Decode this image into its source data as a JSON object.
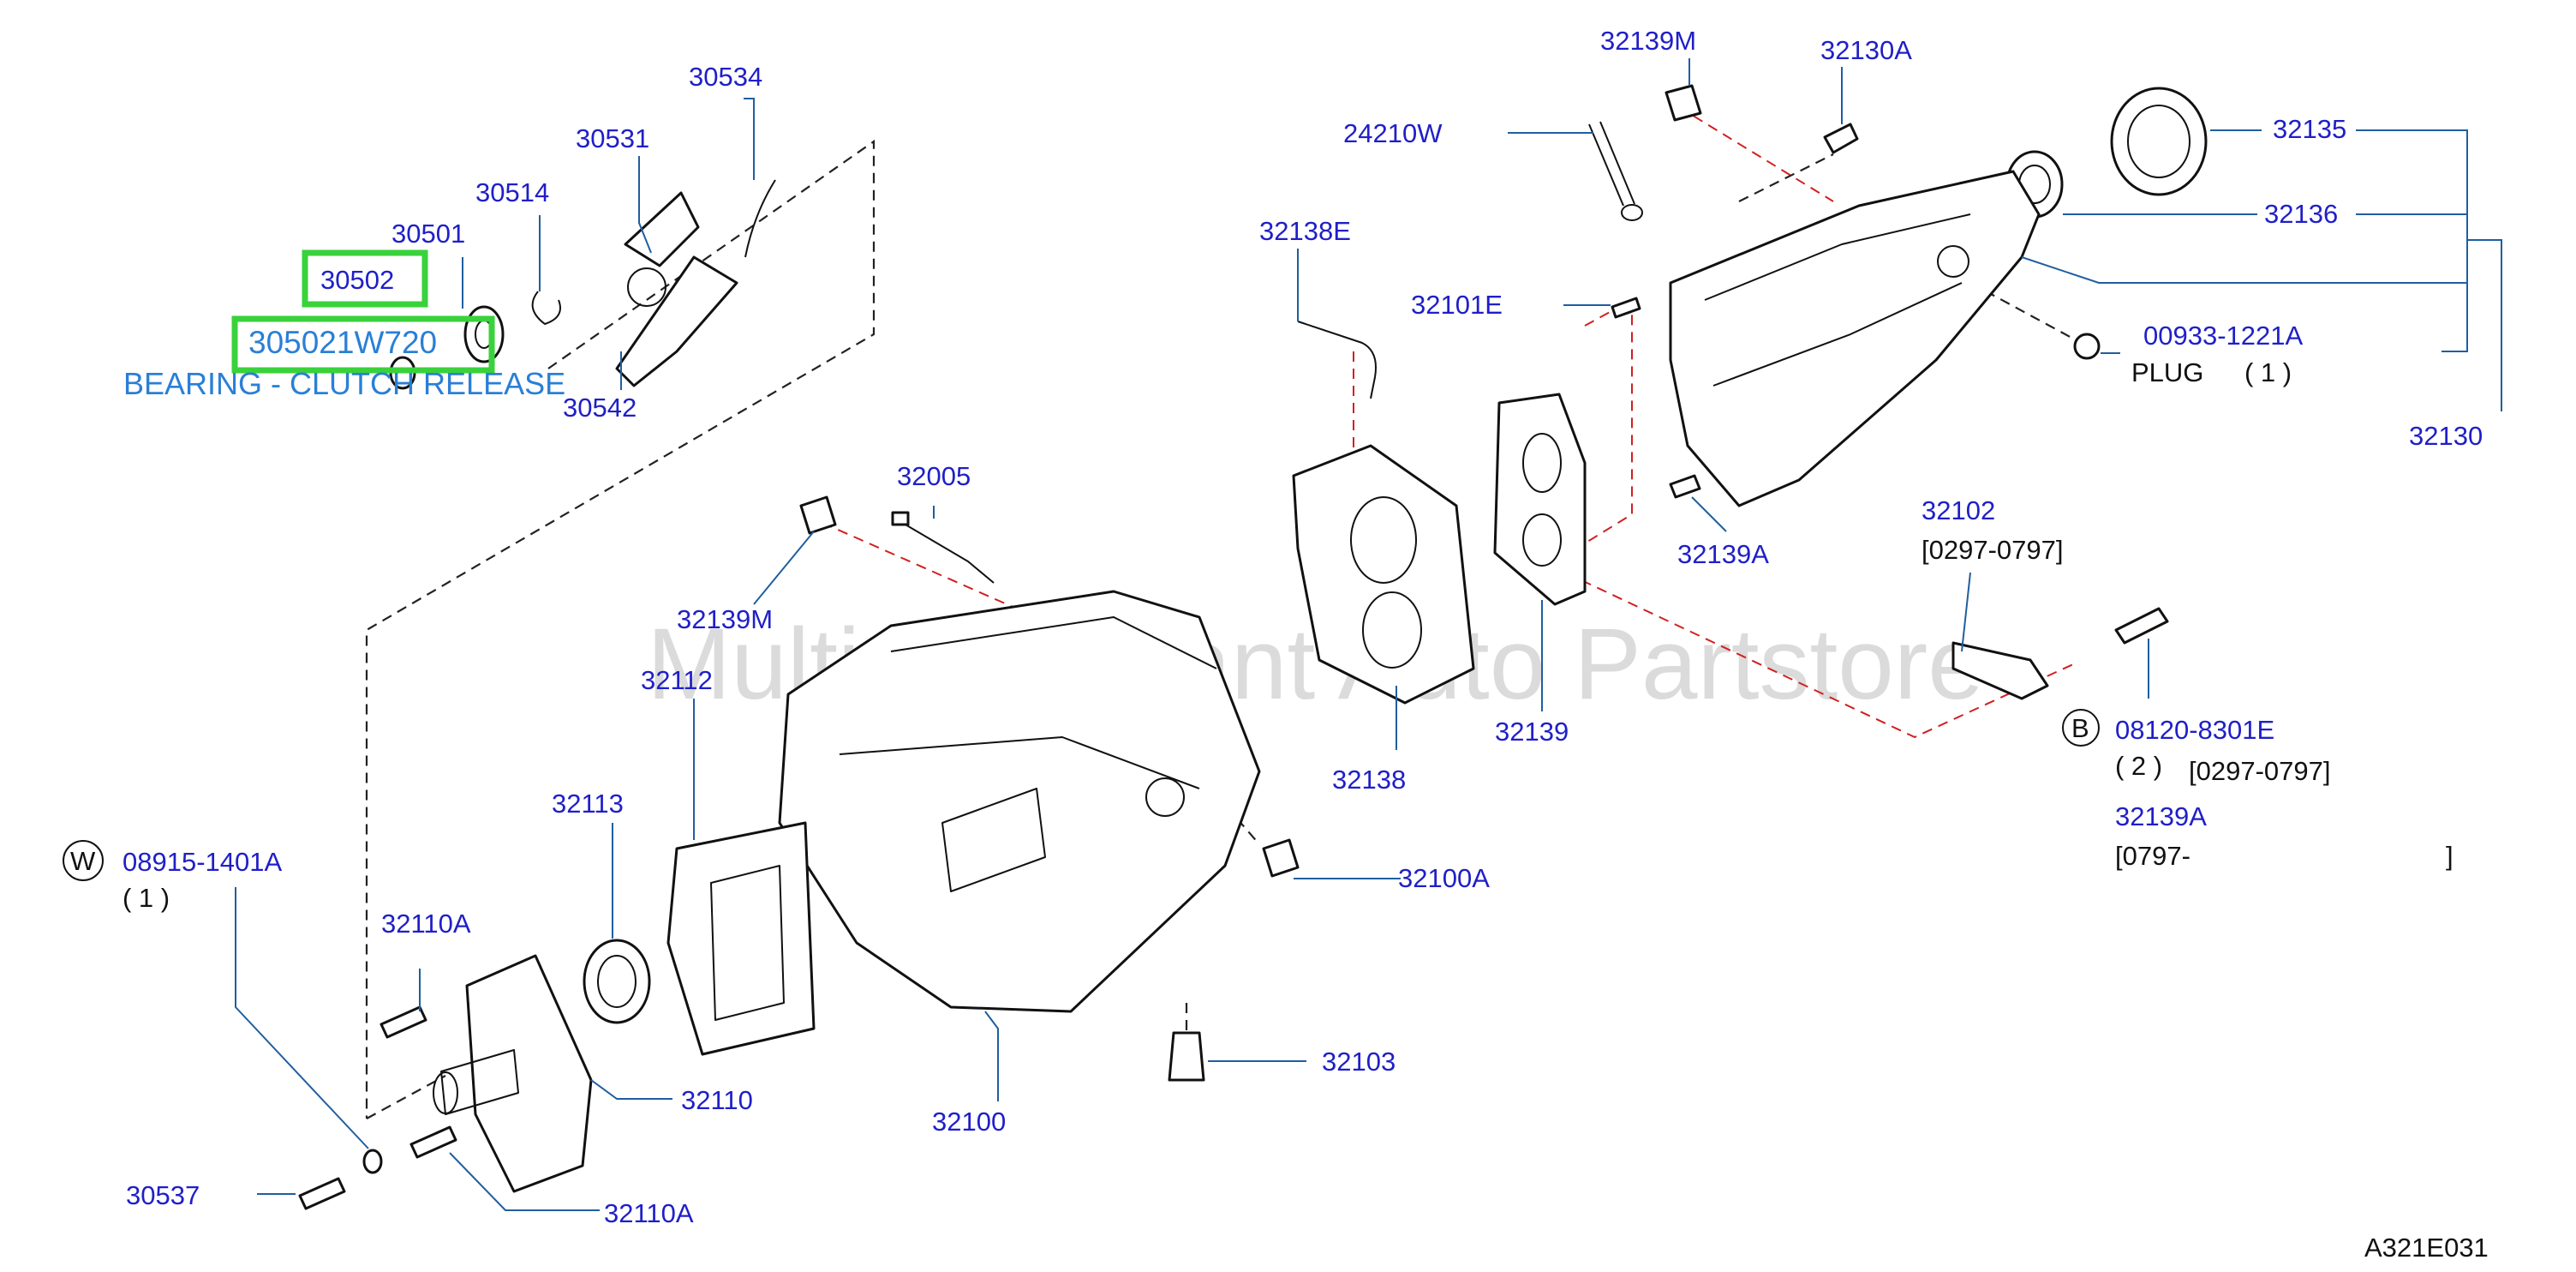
{
  "watermark": "Multi-Merchant Auto Partstore",
  "diagram_code": "A321E031",
  "highlight": {
    "part_no": "30502",
    "full_part_no": "305021W720",
    "description": "BEARING - CLUTCH RELEASE"
  },
  "callouts": {
    "p30534": "30534",
    "p30531": "30531",
    "p30514": "30514",
    "p30501": "30501",
    "p30542": "30542",
    "p32139M_top": "32139M",
    "p32130A": "32130A",
    "p24210W": "24210W",
    "p32135": "32135",
    "p32136": "32136",
    "p32138E": "32138E",
    "p32101E": "32101E",
    "p00933": "00933-1221A",
    "plug_label": "PLUG",
    "plug_qty": "( 1 )",
    "p32130": "32130",
    "p32005": "32005",
    "p32139M_mid": "32139M",
    "p32139A_mid": "32139A",
    "p32102": "32102",
    "date_0297_0797_a": "[0297-0797]",
    "p32112": "32112",
    "p32138": "32138",
    "p32139": "32139",
    "circle_b": "B",
    "p08120": "08120-8301E",
    "qty_2": "( 2 )",
    "date_0297_0797_b": "[0297-0797]",
    "p32139A_right": "32139A",
    "date_0797": "[0797-",
    "date_0797_close": "]",
    "p32113": "32113",
    "circle_w": "W",
    "p08915": "08915-1401A",
    "qty_1": "( 1 )",
    "p32110A_top": "32110A",
    "p32100A": "32100A",
    "p32110": "32110",
    "p32100": "32100",
    "p32103": "32103",
    "p30537": "30537",
    "p32110A_bottom": "32110A"
  }
}
